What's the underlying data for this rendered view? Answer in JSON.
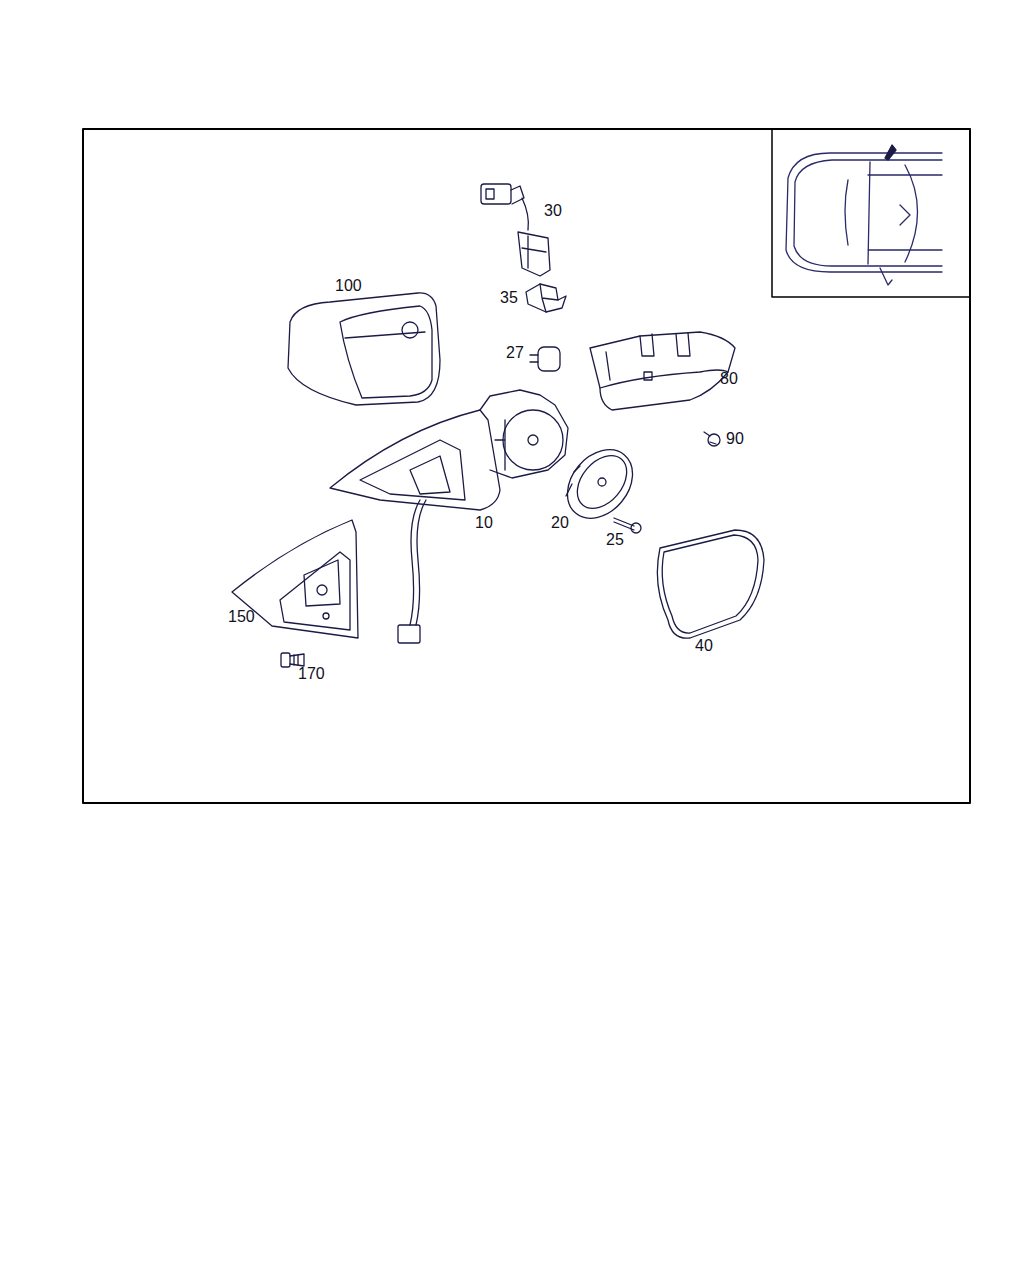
{
  "diagram": {
    "labels": [
      "30",
      "100",
      "35",
      "27",
      "80",
      "90",
      "10",
      "20",
      "25",
      "40",
      "150",
      "170"
    ]
  }
}
